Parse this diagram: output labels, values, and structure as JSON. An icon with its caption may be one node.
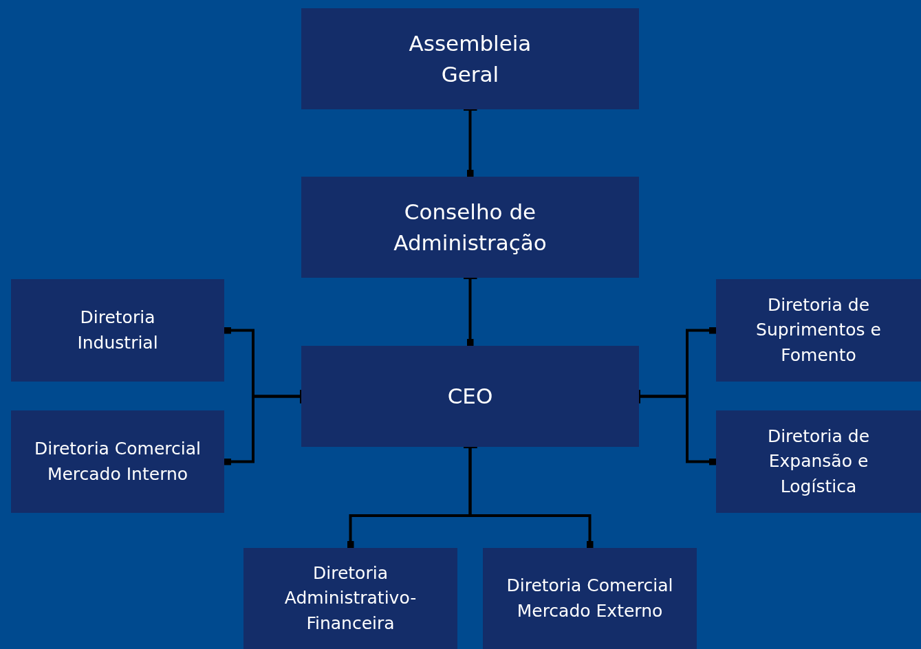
{
  "diagram": {
    "nodes": [
      {
        "text": [
          "Assembleia Geral"
        ]
      },
      {
        "text": [
          "Conselho de Administração"
        ]
      },
      {
        "text": [
          "Diretoria Industrial"
        ]
      },
      {
        "text": [
          "CEO"
        ]
      },
      {
        "text": [
          "Diretoria de Suprimentos e Fomento"
        ]
      },
      {
        "text": [
          "Diretoria Comercial Mercado Interno"
        ]
      },
      {
        "text": [
          "Diretoria de Expansão e Logística"
        ]
      },
      {
        "text": [
          "Diretoria Administrativo-Financeira"
        ]
      },
      {
        "text": [
          "Diretoria Comercial Mercado Externo"
        ]
      }
    ],
    "edges": [
      {
        "from": 0,
        "to": 1,
        "arrow": "other"
      },
      {
        "from": 1,
        "to": 3,
        "arrow": "other"
      },
      {
        "from": 3,
        "to": 2,
        "arrow": "other"
      },
      {
        "from": 3,
        "to": 5,
        "arrow": "other"
      },
      {
        "from": 3,
        "to": 4,
        "arrow": "other"
      },
      {
        "from": 3,
        "to": 6,
        "arrow": "other"
      },
      {
        "from": 3,
        "to": 7,
        "arrow": "other"
      },
      {
        "from": 3,
        "to": 8,
        "arrow": "other"
      }
    ]
  }
}
